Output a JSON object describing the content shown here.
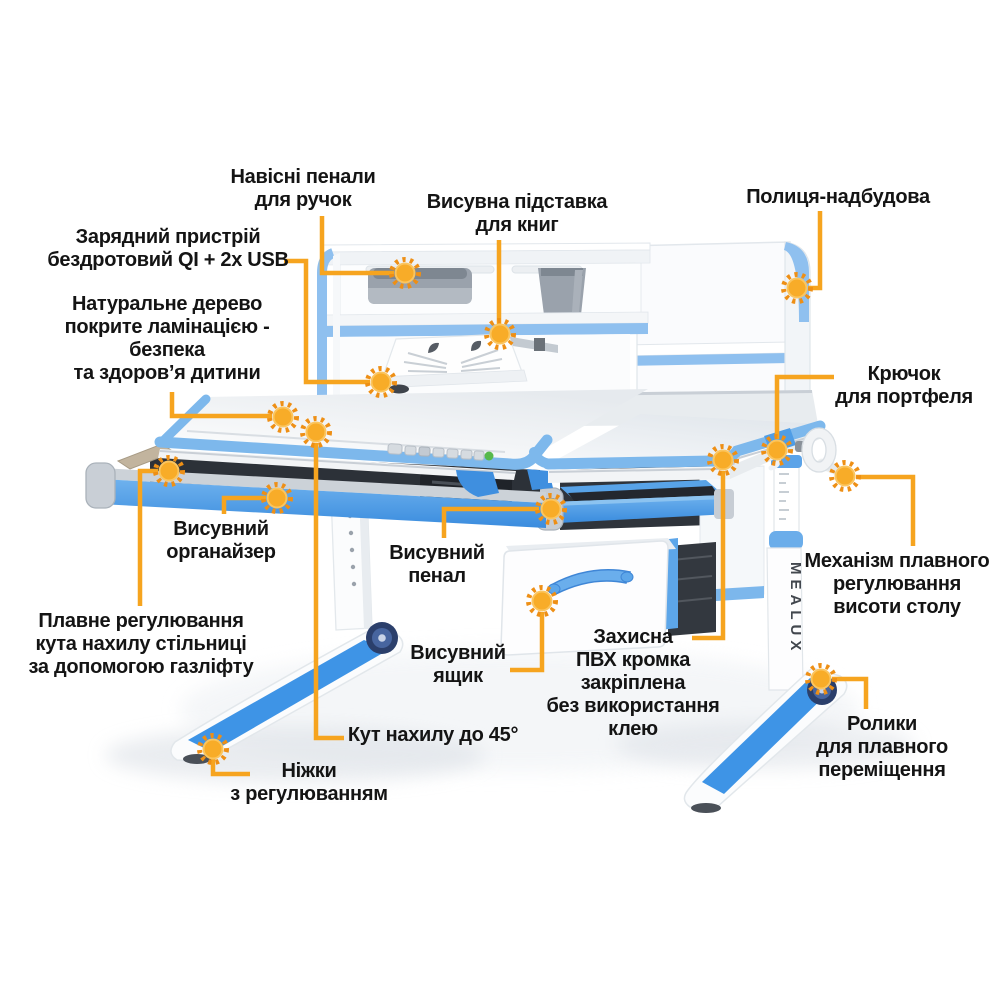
{
  "page": {
    "type": "product-infographic",
    "language": "uk",
    "background_color": "#ffffff",
    "accent_line_color": "#F6A41F",
    "marker_color": "#F8AC28",
    "desk_blue": "#7DB8EC",
    "drawer_blue": "#4D9DE7"
  },
  "desk": {
    "leg_brand": "MEALUX"
  },
  "callouts": [
    {
      "id": "hanging-pencil-cases",
      "text": "Навісні пенали\nдля ручок"
    },
    {
      "id": "book-stand",
      "text": "Висувна підставка\nдля книг"
    },
    {
      "id": "shelf-addon",
      "text": "Полиця-надбудова"
    },
    {
      "id": "wireless-charger",
      "text": "Зарядний пристрій\nбездротовий QI + 2x USB"
    },
    {
      "id": "natural-wood",
      "text": "Натуральне дерево\nпокрите ламінацією -\nбезпека\nта здоров’я дитини"
    },
    {
      "id": "bag-hook",
      "text": "Крючок\nдля портфеля"
    },
    {
      "id": "organizer",
      "text": "Висувний\nорганайзер"
    },
    {
      "id": "pencil-drawer",
      "text": "Висувний\nпенал"
    },
    {
      "id": "height-mechanism",
      "text": "Механізм плавного\nрегулювання\nвисоти столу"
    },
    {
      "id": "tilt-gas-lift",
      "text": "Плавне регулювання\nкута нахилу стільниці\nза допомогою газліфту"
    },
    {
      "id": "drawer",
      "text": "Висувний\nящик"
    },
    {
      "id": "pvc-edge",
      "text": "Захисна\nПВХ кромка\nзакріплена\nбез використання\nклею"
    },
    {
      "id": "tilt-angle",
      "text": "Кут нахилу до 45°"
    },
    {
      "id": "adjustable-feet",
      "text": "Ніжки\nз регулюванням"
    },
    {
      "id": "rollers",
      "text": "Ролики\nдля плавного\nпереміщення"
    }
  ]
}
